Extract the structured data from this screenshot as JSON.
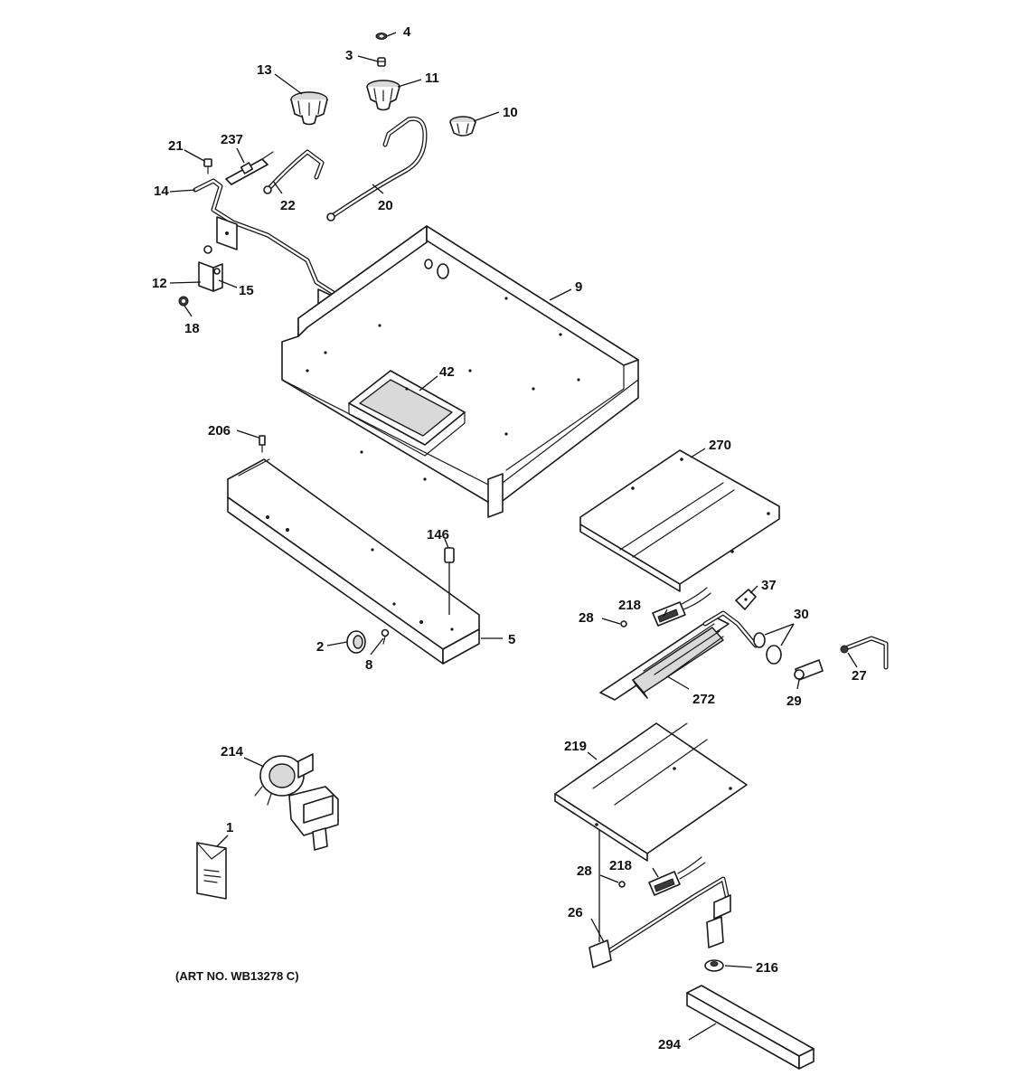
{
  "diagram": {
    "art_number": "(ART NO. WB13278 C)",
    "callouts": {
      "c1": "1",
      "c2": "2",
      "c3": "3",
      "c4": "4",
      "c5": "5",
      "c8": "8",
      "c9": "9",
      "c10": "10",
      "c11": "11",
      "c12": "12",
      "c13": "13",
      "c14": "14",
      "c15": "15",
      "c18": "18",
      "c20": "20",
      "c21": "21",
      "c22": "22",
      "c26": "26",
      "c27": "27",
      "c28a": "28",
      "c28b": "28",
      "c29": "29",
      "c30": "30",
      "c37": "37",
      "c42": "42",
      "c146": "146",
      "c206": "206",
      "c214": "214",
      "c216": "216",
      "c218a": "218",
      "c218b": "218",
      "c219": "219",
      "c237": "237",
      "c270": "270",
      "c272": "272",
      "c294": "294"
    }
  }
}
